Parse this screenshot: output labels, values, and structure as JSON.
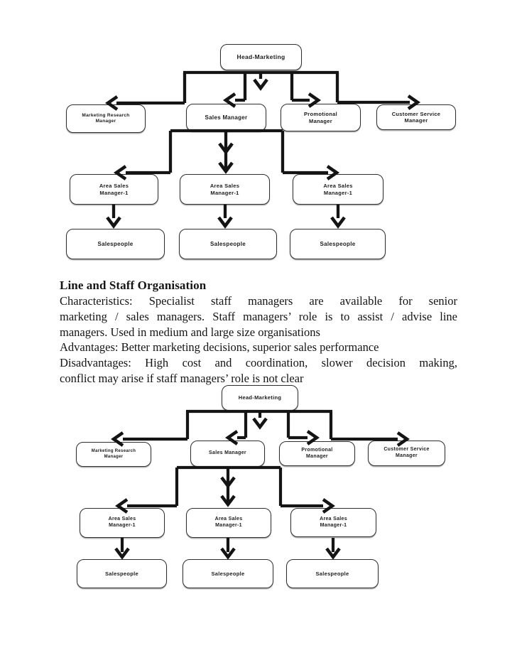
{
  "org_chart": {
    "root": "Head-Marketing",
    "managers": [
      "Marketing Research Manager",
      "Sales Manager",
      "Promotional Manager",
      "Customer Service Manager"
    ],
    "area_managers": [
      "Area Sales Manager-1",
      "Area Sales Manager-1",
      "Area Sales Manager-1"
    ],
    "sales_teams": [
      "Salespeople",
      "Salespeople",
      "Salespeople"
    ]
  },
  "text_block": {
    "heading": "Line and Staff Organisation",
    "lines": [
      {
        "text": "Characteristics: Specialist staff managers are available for senior"
      },
      {
        "text": "marketing / sales managers. Staff managers’ role is to assist / advise line"
      },
      {
        "text": "managers. Used in medium and large size organisations"
      },
      {
        "text": "Advantages: Better marketing decisions, superior sales performance"
      },
      {
        "text": "Disadvantages: High cost and coordination, slower decision making,"
      },
      {
        "text": "conflict may arise if staff managers’ role is not clear"
      }
    ]
  },
  "colors": {
    "background": "#ffffff",
    "connector": "#141414",
    "box_border": "#2e2e2e",
    "text": "#141414"
  }
}
